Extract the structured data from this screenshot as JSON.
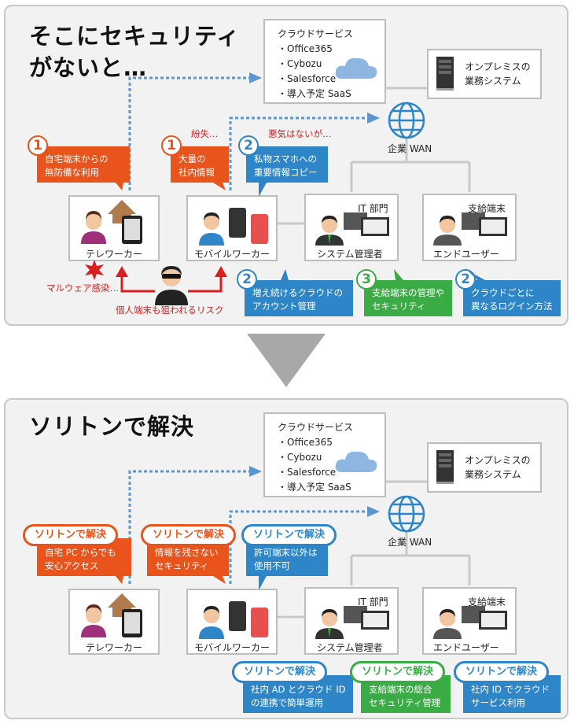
{
  "top": {
    "title_line1": "そこにセキュリティ",
    "title_line2": "がないと…",
    "cloud": {
      "title": "クラウドサービス",
      "items": [
        "・Office365",
        "・Cybozu",
        "・Salesforce",
        "・導入予定 SaaS"
      ]
    },
    "onprem": {
      "line1": "オンプレミスの",
      "line2": "業務システム"
    },
    "wan": "企業 WAN",
    "tele": "テレワーカー",
    "mobile": "モバイルワーカー",
    "it": {
      "dept": "IT 部門",
      "role": "システム管理者"
    },
    "end": {
      "dept": "支給端末",
      "role": "エンドユーザー"
    },
    "red_lost": "紛失…",
    "red_no_malice": "悪気はないが…",
    "red_malware": "マルウェア感染…",
    "red_risk": "個人端末も狙われるリスク",
    "b1": {
      "num": "1",
      "line1": "自宅端末からの",
      "line2": "無防備な利用"
    },
    "b2": {
      "num": "1",
      "line1": "大量の",
      "line2": "社内情報"
    },
    "b3": {
      "num": "2",
      "line1": "私物スマホへの",
      "line2": "重要情報コピー"
    },
    "b4": {
      "num": "2",
      "line1": "増え続けるクラウドの",
      "line2": "アカウント管理"
    },
    "b5": {
      "num": "3",
      "line1": "支給端末の管理や",
      "line2": "セキュリティ"
    },
    "b6": {
      "num": "2",
      "line1": "クラウドごとに",
      "line2": "異なるログイン方法"
    }
  },
  "bottom": {
    "title": "ソリトンで解決",
    "cloud": {
      "title": "クラウドサービス",
      "items": [
        "・Office365",
        "・Cybozu",
        "・Salesforce",
        "・導入予定 SaaS"
      ]
    },
    "onprem": {
      "line1": "オンプレミスの",
      "line2": "業務システム"
    },
    "wan": "企業 WAN",
    "tele": "テレワーカー",
    "mobile": "モバイルワーカー",
    "it": {
      "dept": "IT 部門",
      "role": "システム管理者"
    },
    "end": {
      "dept": "支給端末",
      "role": "エンドユーザー"
    },
    "pill": "ソリトンで解決",
    "s1": {
      "line1": "自宅 PC からでも",
      "line2": "安心アクセス"
    },
    "s2": {
      "line1": "情報を残さない",
      "line2": "セキュリティ"
    },
    "s3": {
      "line1": "許可端末以外は",
      "line2": "使用不可"
    },
    "s4": {
      "line1": "社内 AD とクラウド ID",
      "line2": "の連携で簡単運用"
    },
    "s5": {
      "line1": "支給端末の総合",
      "line2": "セキュリティ管理"
    },
    "s6": {
      "line1": "社内 ID でクラウド",
      "line2": "サービス利用"
    }
  },
  "colors": {
    "orange": "#e8541c",
    "blue": "#2e86c8",
    "green": "#3bab45",
    "gray": "#c8c8c8",
    "red": "#d81e1e"
  }
}
